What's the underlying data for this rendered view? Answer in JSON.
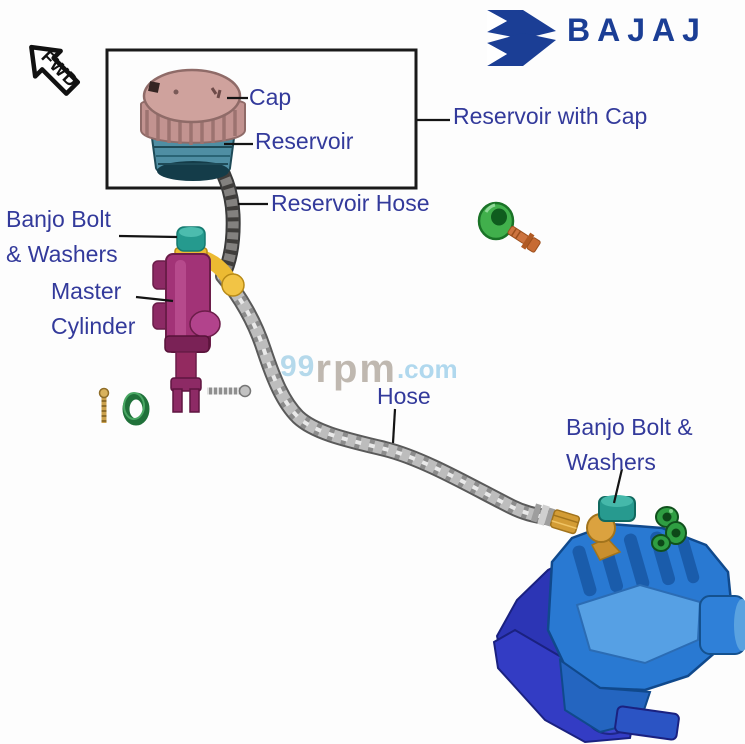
{
  "fwd_marker": {
    "label": "FWD"
  },
  "brand": {
    "name": "BAJAJ",
    "color": "#1b3e95"
  },
  "watermark": {
    "prefix": "99",
    "mid": "rpm",
    "suffix": ".com"
  },
  "labels": {
    "cap": "Cap",
    "reservoir": "Reservoir",
    "reservoir_with_cap": "Reservoir with Cap",
    "reservoir_hose": "Reservoir Hose",
    "banjo_left_line1": "Banjo Bolt",
    "banjo_left_line2": "& Washers",
    "master_line1": "Master",
    "master_line2": "Cylinder",
    "hose": "Hose",
    "banjo_right_line1": "Banjo Bolt &",
    "banjo_right_line2": "Washers"
  },
  "colors": {
    "label_text": "#333a9b",
    "leader_line": "#141414",
    "brand_blue": "#1b3e95",
    "cap_pink": "#cfa29d",
    "reservoir_teal": "#4f8ea3",
    "hose_gray": "#bdbdbd",
    "master_cylinder_magenta": "#a23377",
    "fitting_yellow": "#ecba32",
    "banjo_teal": "#279a8f",
    "washer_green": "#2f9e42",
    "grommet_green": "#41b04c",
    "bolt_copper": "#cd7440",
    "caliper_blue": "#2979d2",
    "bracket_royal_blue": "#333cc4"
  }
}
